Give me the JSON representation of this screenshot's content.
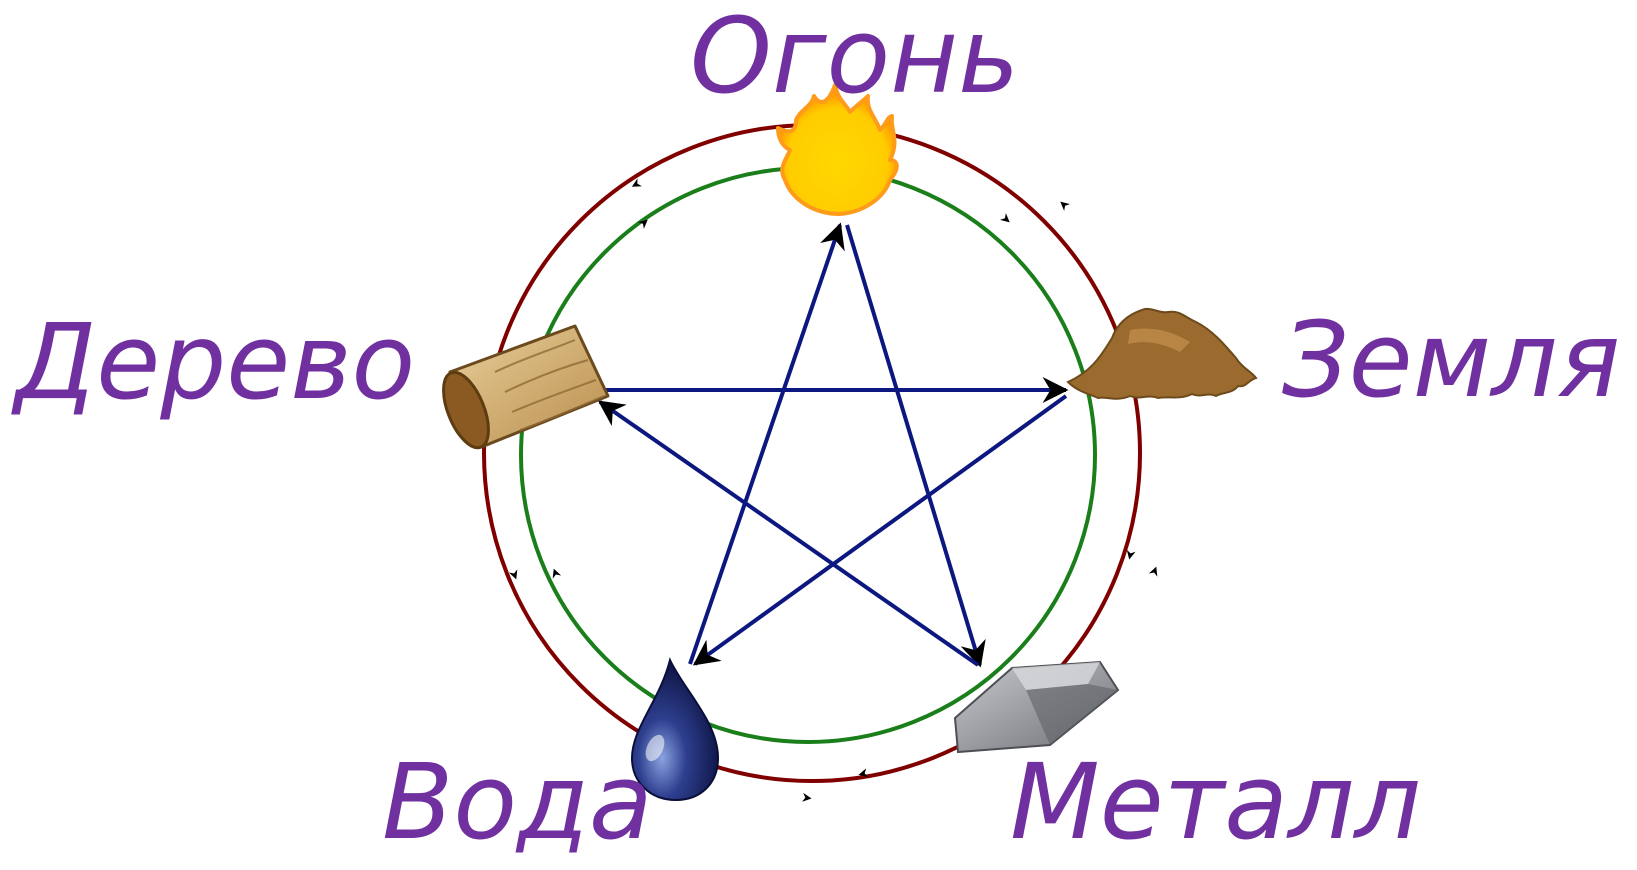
{
  "elements": {
    "fire": {
      "label": "Огонь",
      "icon": "flame-icon"
    },
    "earth": {
      "label": "Земля",
      "icon": "soil-pile-icon"
    },
    "metal": {
      "label": "Металл",
      "icon": "metal-ingot-icon"
    },
    "water": {
      "label": "Вода",
      "icon": "water-drop-icon"
    },
    "wood": {
      "label": "Дерево",
      "icon": "wood-log-icon"
    }
  },
  "colors": {
    "label": "#7030a0",
    "outer_cycle": "#800000",
    "inner_cycle": "#1a7f1a",
    "star": "#0d1780",
    "arrowhead": "#000000"
  }
}
